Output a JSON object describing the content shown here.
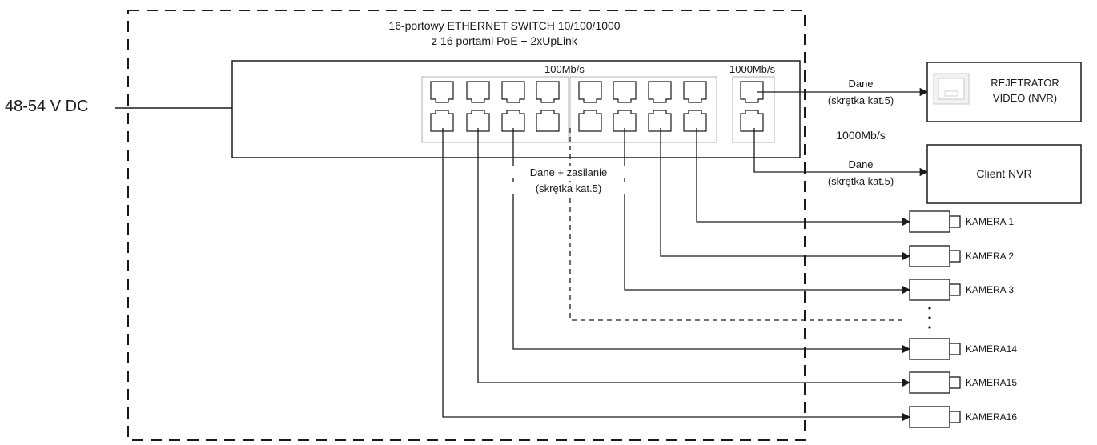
{
  "title": {
    "line1": "16-portowy ETHERNET SWITCH 10/100/1000",
    "line2": "z 16 portami PoE + 2xUpLink"
  },
  "power_label": "48-54 V DC",
  "port_groups": {
    "fast": "100Mb/s",
    "gigabit": "1000Mb/s"
  },
  "nvr": {
    "label_line1": "REJETRATOR",
    "label_line2": "VIDEO (NVR)",
    "link_label_line1": "Dane",
    "link_label_line2": "(skrętka kat.5)"
  },
  "uplink_speed": "1000Mb/s",
  "client": {
    "label": "Client NVR",
    "link_label_line1": "Dane",
    "link_label_line2": "(skrętka kat.5)"
  },
  "poe_label": {
    "line1": "Dane + zasilanie",
    "line2": "(skrętka kat.5)"
  },
  "cameras": [
    "KAMERA 1",
    "KAMERA 2",
    "KAMERA 3",
    "KAMERA14",
    "KAMERA15",
    "KAMERA16"
  ],
  "colors": {
    "line": "#1a1a1a",
    "port_fill": "#f4f4f4",
    "box_border": "#1a1a1a"
  }
}
